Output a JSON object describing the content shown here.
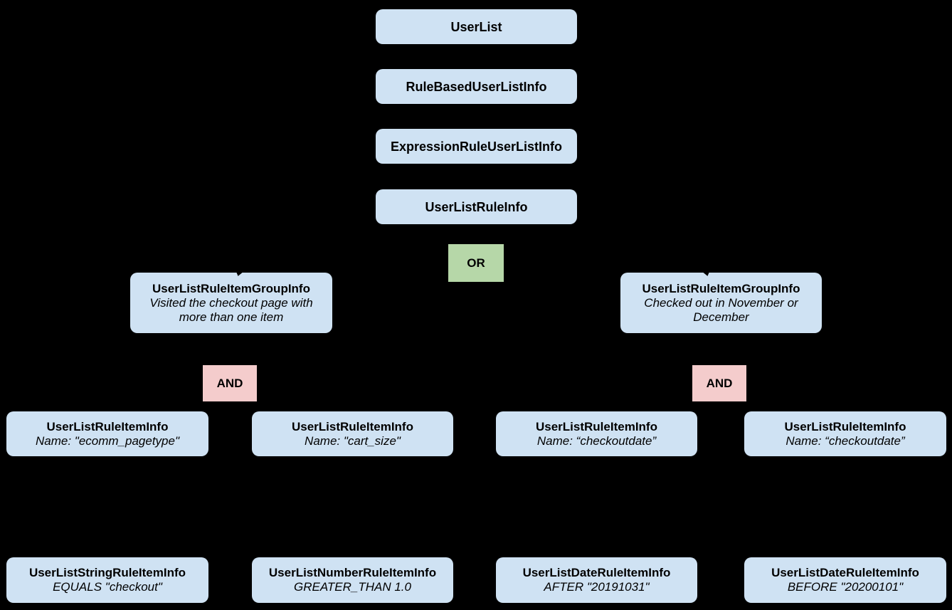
{
  "diagram": {
    "colors": {
      "background": "#000000",
      "class_box": "#cfe2f3",
      "or_box": "#b6d7a8",
      "and_box": "#f4cccc",
      "text": "#000000"
    },
    "nodes": {
      "userlist": {
        "title": "UserList"
      },
      "rule_based_user_list_info": {
        "title": "RuleBasedUserListInfo"
      },
      "expression_rule_user_list_info": {
        "title": "ExpressionRuleUserListInfo"
      },
      "user_list_rule_info": {
        "title": "UserListRuleInfo"
      },
      "or_operator": {
        "label": "OR"
      },
      "group_left": {
        "title": "UserListRuleItemGroupInfo",
        "subtitle": "Visited the checkout page with more than one item"
      },
      "group_right": {
        "title": "UserListRuleItemGroupInfo",
        "subtitle": "Checked out in November or December"
      },
      "and_left": {
        "label": "AND"
      },
      "and_right": {
        "label": "AND"
      },
      "item_ecomm_pagetype": {
        "title": "UserListRuleItemInfo",
        "subtitle": "Name: \"ecomm_pagetype\""
      },
      "item_cart_size": {
        "title": "UserListRuleItemInfo",
        "subtitle": "Name: \"cart_size\""
      },
      "item_checkoutdate_1": {
        "title": "UserListRuleItemInfo",
        "subtitle": "Name: “checkoutdate”"
      },
      "item_checkoutdate_2": {
        "title": "UserListRuleItemInfo",
        "subtitle": "Name: “checkoutdate”"
      },
      "leaf_string_rule": {
        "title": "UserListStringRuleItemInfo",
        "subtitle": "EQUALS \"checkout\""
      },
      "leaf_number_rule": {
        "title": "UserListNumberRuleItemInfo",
        "subtitle": "GREATER_THAN 1.0"
      },
      "leaf_date_rule_after": {
        "title": "UserListDateRuleItemInfo",
        "subtitle": "AFTER \"20191031\""
      },
      "leaf_date_rule_before": {
        "title": "UserListDateRuleItemInfo",
        "subtitle": "BEFORE \"20200101\""
      }
    }
  }
}
